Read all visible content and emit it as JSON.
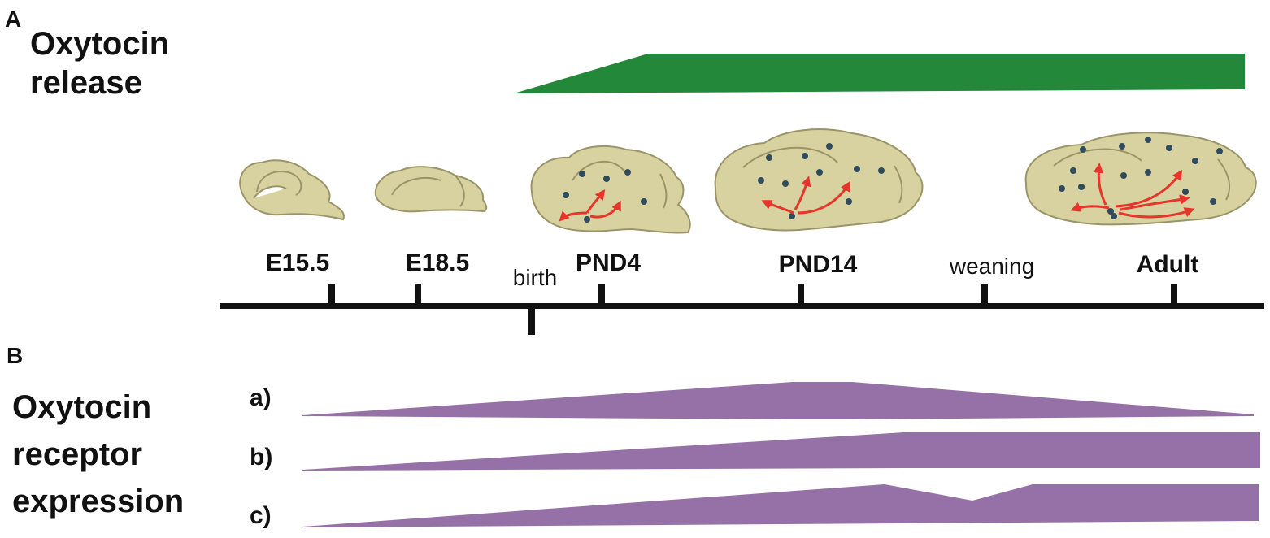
{
  "panel_a": {
    "letter": "A",
    "title_line1": "Oxytocin",
    "title_line2": "release"
  },
  "timeline": {
    "stages": [
      {
        "label": "E15.5"
      },
      {
        "label": "E18.5"
      },
      {
        "label": "PND4"
      },
      {
        "label": "PND14"
      },
      {
        "label": "Adult"
      }
    ],
    "events": {
      "birth": "birth",
      "weaning": "weaning"
    }
  },
  "panel_b": {
    "letter": "B",
    "title_line1": "Oxytocin",
    "title_line2": "receptor",
    "title_line3": "expression",
    "profiles": [
      {
        "label": "a)"
      },
      {
        "label": "b)"
      },
      {
        "label": "c)"
      }
    ]
  },
  "colors": {
    "release_fill": "#24883a",
    "receptor_fill": "#9571a8",
    "brain_fill": "#d8d2a0",
    "brain_stroke": "#9b9468",
    "neuron_dot": "#2f4b5c",
    "projection_arrow": "#e8342a",
    "axis": "#111111"
  }
}
